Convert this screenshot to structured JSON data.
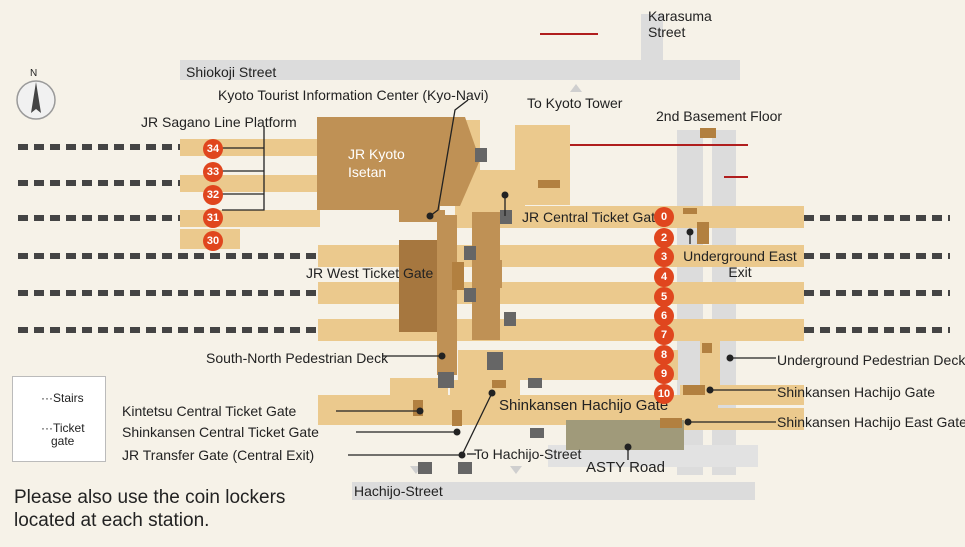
{
  "colors": {
    "background": "#f6f2e8",
    "street": "#dcdcdc",
    "concourse": "#ebc98d",
    "building": "#bf9155",
    "building_dark": "#a6773f",
    "platform_badge": "#e0461e",
    "underground": "#d8d8d8",
    "red_line": "#b01e1e"
  },
  "streets": {
    "karasuma": "Karasuma\nStreet",
    "shiokoji": "Shiokoji Street",
    "hachijo": "Hachijo-Street"
  },
  "labels": {
    "kyo_navi": "Kyoto Tourist Information Center (Kyo-Navi)",
    "sagano": "JR Sagano Line Platform",
    "isetan": "JR Kyoto\nIsetan",
    "to_kyoto_tower": "To Kyoto Tower",
    "second_basement": "2nd Basement Floor",
    "jr_central_gate": "JR Central Ticket Gate",
    "underground_east_exit": "Underground East\nExit",
    "jr_west_gate": "JR West Ticket Gate",
    "south_north_deck": "South-North Pedestrian Deck",
    "underground_deck": "Underground Pedestrian Deck",
    "shinkansen_hachijo_gate": "Shinkansen Hachijo Gate",
    "shinkansen_hachijo_east_gate": "Shinkansen Hachijo East Gate",
    "shinkansen_hachijo_gate_center": "Shinkansen Hachijo Gate",
    "kintetsu_gate": "Kintetsu Central Ticket Gate",
    "shinkansen_central_gate": "Shinkansen Central Ticket Gate",
    "jr_transfer_gate": "JR Transfer Gate (Central Exit)",
    "to_hachijo": "To Hachijo-Street",
    "asty_road": "ASTY Road"
  },
  "compass": {
    "north": "N"
  },
  "legend": {
    "stairs": "···Stairs",
    "gate_line1": "···Ticket",
    "gate_line2": "gate"
  },
  "note": {
    "line1": "Please also use the coin lockers",
    "line2": "located at each station."
  },
  "platforms_left": [
    "34",
    "33",
    "32",
    "31",
    "30"
  ],
  "platforms_right": [
    "0",
    "2",
    "3",
    "4",
    "5",
    "6",
    "7",
    "8",
    "9",
    "10"
  ]
}
